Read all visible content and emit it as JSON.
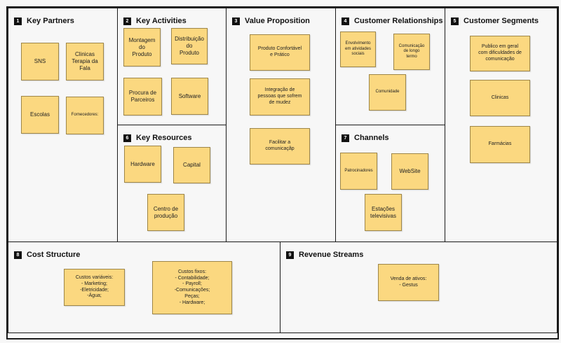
{
  "blocks": {
    "key_partners": {
      "number": "1",
      "title": "Key Partners",
      "notes": [
        "SNS",
        "Clinicas\nTerapia da\nFala",
        "Escolas",
        "Fornecedores:"
      ]
    },
    "key_activities": {
      "number": "2",
      "title": "Key Activities",
      "notes": [
        "Montagem\ndo\nProduto",
        "Distribuição\ndo\nProduto",
        "Procura de\nParceiros",
        "Software"
      ]
    },
    "value_proposition": {
      "number": "3",
      "title": "Value Proposition",
      "notes": [
        "Produto Confortável\ne Prático",
        "Integração de\npessoas que sofrem\nde mudez",
        "Facilitar a\ncomunicaçãp"
      ]
    },
    "customer_relationships": {
      "number": "4",
      "title": "Customer Relationships",
      "notes": [
        "Envolvimento\nem atividades\nsociais",
        "Comunicação\nde longo\ntermo",
        "Comunidade"
      ]
    },
    "customer_segments": {
      "number": "5",
      "title": "Customer Segments",
      "notes": [
        "Publico em geral\ncom dificuldades de\ncomunicação",
        "Clinicas",
        "Farmácias"
      ]
    },
    "key_resources": {
      "number": "6",
      "title": "Key Resources",
      "notes": [
        "Hardware",
        "Capital",
        "Centro de\nprodução"
      ]
    },
    "channels": {
      "number": "7",
      "title": "Channels",
      "notes": [
        "Patrocinadores",
        "WebSite",
        "Estações\ntelevisivas"
      ]
    },
    "cost_structure": {
      "number": "8",
      "title": "Cost Structure",
      "notes": [
        "Custos variáveis:\n- Marketing;\n-Eletricidade;\n-Água;",
        "Custos fixos:\n- Contabilidade;\n- Payroll;\n-Comunicações;\nPeças;\n- Hardware;"
      ]
    },
    "revenue_streams": {
      "number": "9",
      "title": "Revenue Streams",
      "notes": [
        "Venda de ativos:\n- Gestus"
      ]
    }
  },
  "colors": {
    "note_fill": "#fbd880",
    "note_border": "#9e8648",
    "frame": "#1a1a1a"
  }
}
